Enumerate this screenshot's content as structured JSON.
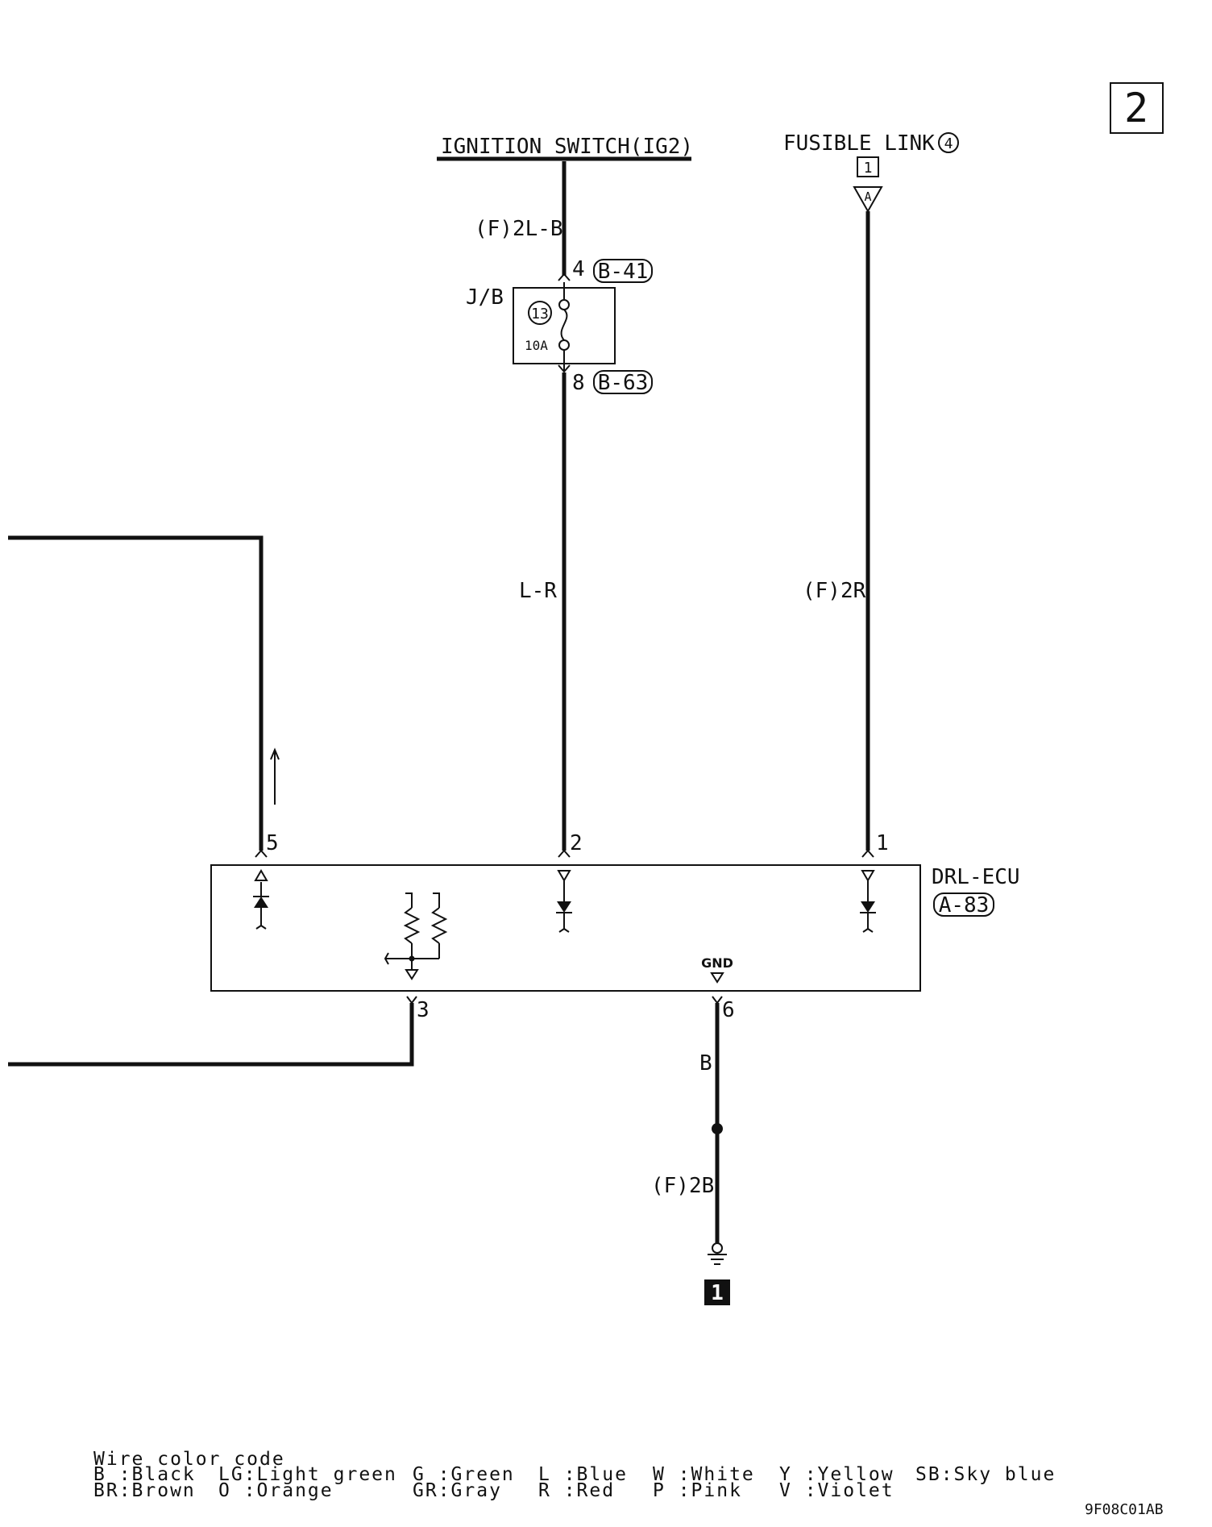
{
  "page_number": "2",
  "sources": {
    "ignition": "IGNITION SWITCH(IG2)",
    "fusible": "FUSIBLE LINK",
    "fusible_num": "4",
    "fusible_conn_num": "1",
    "fusible_conn_letter": "A"
  },
  "wires": {
    "ign_color": "(F)2L-B",
    "jb_out_color": "L-R",
    "fusible_color": "(F)2R",
    "gnd_color_upper": "B",
    "gnd_color_lower": "(F)2B"
  },
  "junction_block": {
    "label": "J/B",
    "fuse_number": "13",
    "fuse_rating": "10A",
    "in_pin": "4",
    "in_connector": "B-41",
    "out_pin": "8",
    "out_connector": "B-63"
  },
  "ecu": {
    "name": "DRL-ECU",
    "connector": "A-83",
    "gnd_label": "GND",
    "pins": [
      "5",
      "2",
      "1",
      "3",
      "6"
    ]
  },
  "ground_ref": "1",
  "legend": {
    "title": "Wire color code",
    "row1": [
      "B :Black",
      "LG:Light green",
      "G :Green",
      "L :Blue",
      "W :White",
      "Y :Yellow",
      "SB:Sky blue"
    ],
    "row2": [
      "BR:Brown",
      "O :Orange",
      "GR:Gray",
      "R :Red",
      "P :Pink",
      "V :Violet"
    ]
  },
  "figure_code": "9F08C01AB"
}
